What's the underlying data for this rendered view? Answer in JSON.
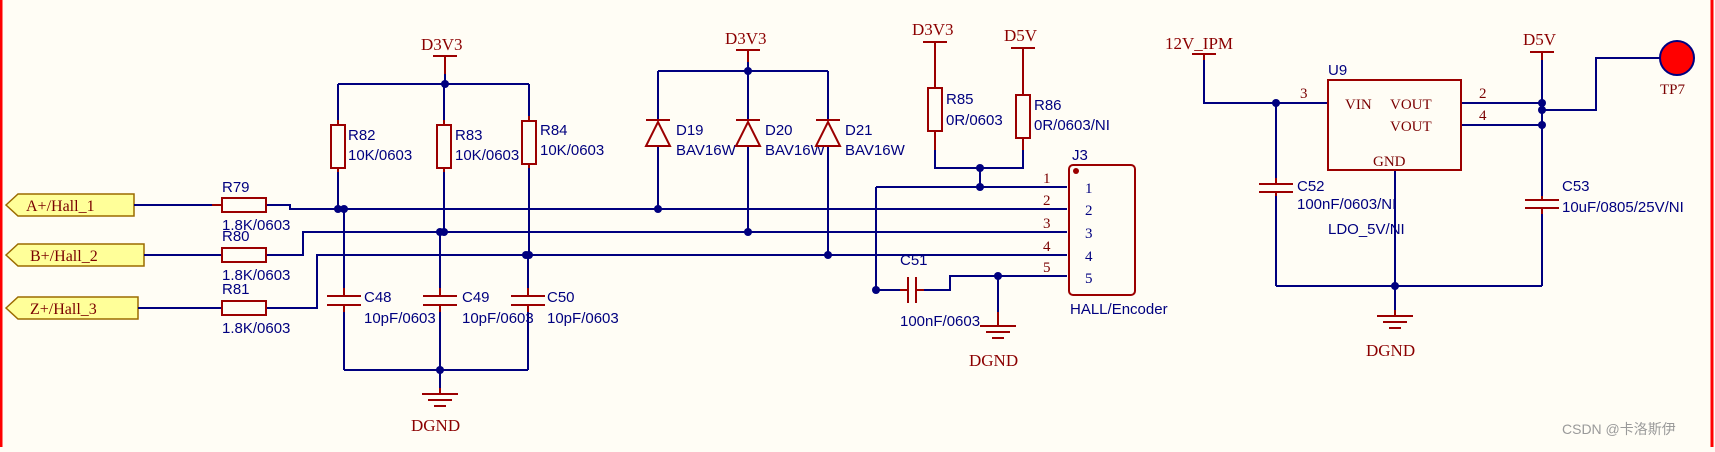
{
  "ports": [
    {
      "label": "A+/Hall_1"
    },
    {
      "label": "B+/Hall_2"
    },
    {
      "label": "Z+/Hall_3"
    }
  ],
  "power": {
    "d3v3_a": "D3V3",
    "d3v3_b": "D3V3",
    "d3v3_c": "D3V3",
    "d5v_a": "D5V",
    "d5v_b": "D5V",
    "v12": "12V_IPM"
  },
  "grounds": {
    "g1": "DGND",
    "g2": "DGND",
    "g3": "DGND"
  },
  "resistors": {
    "r79": {
      "ref": "R79",
      "value": "1.8K/0603"
    },
    "r80": {
      "ref": "R80",
      "value": "1.8K/0603"
    },
    "r81": {
      "ref": "R81",
      "value": "1.8K/0603"
    },
    "r82": {
      "ref": "R82",
      "value": "10K/0603"
    },
    "r83": {
      "ref": "R83",
      "value": "10K/0603"
    },
    "r84": {
      "ref": "R84",
      "value": "10K/0603"
    },
    "r85": {
      "ref": "R85",
      "value": "0R/0603"
    },
    "r86": {
      "ref": "R86",
      "value": "0R/0603/NI"
    }
  },
  "capacitors": {
    "c48": {
      "ref": "C48",
      "value": "10pF/0603"
    },
    "c49": {
      "ref": "C49",
      "value": "10pF/0603"
    },
    "c50": {
      "ref": "C50",
      "value": "10pF/0603"
    },
    "c51": {
      "ref": "C51",
      "value": "100nF/0603"
    },
    "c52": {
      "ref": "C52",
      "value": "100nF/0603/NI"
    },
    "c53": {
      "ref": "C53",
      "value": "10uF/0805/25V/NI"
    }
  },
  "diodes": {
    "d19": {
      "ref": "D19",
      "value": "BAV16W"
    },
    "d20": {
      "ref": "D20",
      "value": "BAV16W"
    },
    "d21": {
      "ref": "D21",
      "value": "BAV16W"
    }
  },
  "connector": {
    "ref": "J3",
    "name": "HALL/Encoder",
    "pins": [
      "1",
      "2",
      "3",
      "4",
      "5"
    ]
  },
  "regulator": {
    "ref": "U9",
    "vin": "VIN",
    "vout1": "VOUT",
    "vout2": "VOUT",
    "gnd": "GND",
    "pin_vin": "3",
    "pin_vout1": "2",
    "pin_vout2": "4",
    "value": "LDO_5V/NI"
  },
  "testpoint": {
    "ref": "TP7"
  },
  "watermark": "CSDN @卡洛斯伊"
}
